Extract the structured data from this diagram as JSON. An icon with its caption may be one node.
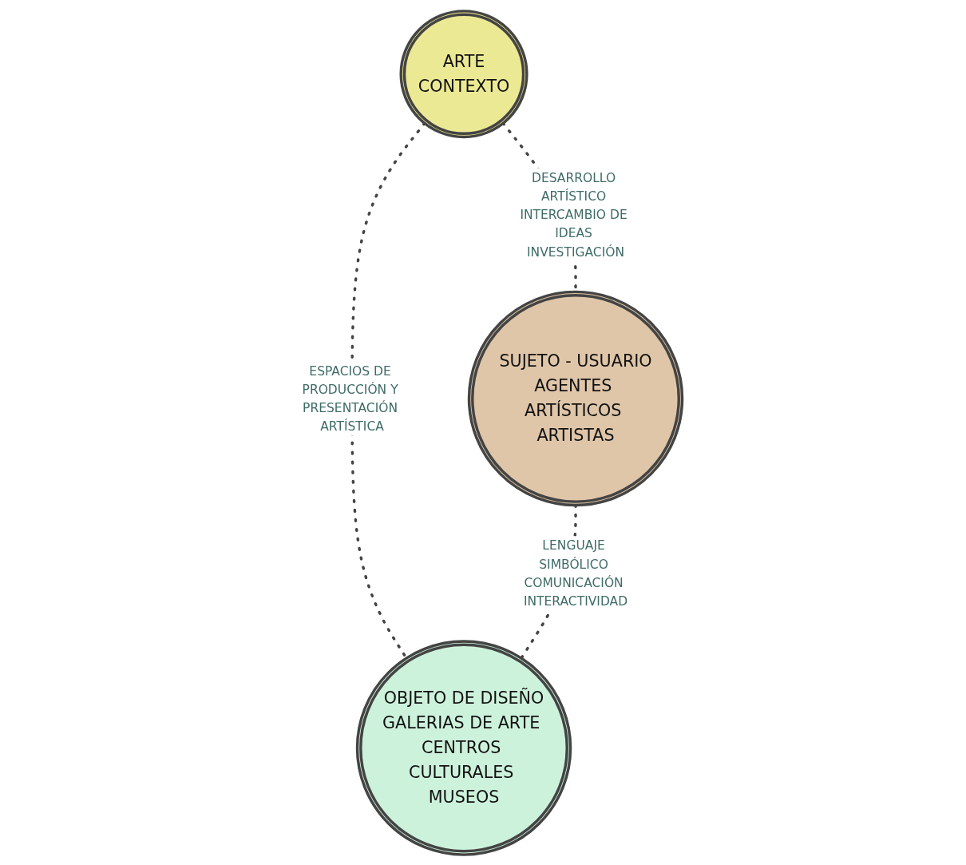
{
  "diagram": {
    "nodes": [
      {
        "text": [
          "ARTE",
          "CONTEXTO"
        ]
      },
      {
        "text": [
          "SUJETO - USUARIO",
          "AGENTES ARTÍSTICOS ARTISTAS"
        ]
      },
      {
        "text": [
          "OBJETO DE DISEÑO",
          "GALERIAS DE ARTE CENTROS CULTURALES MUSEOS"
        ]
      }
    ],
    "edges": [
      {
        "from": 0,
        "to": 1,
        "arrow": "none",
        "style": "dashed",
        "label": "DESARROLLO ARTÍSTICO INTERCAMBIO DE IDEAS INVESTIGACIÓN"
      },
      {
        "from": 0,
        "to": 2,
        "arrow": "none",
        "style": "dashed",
        "label": "ESPACIOS DE PRODUCCIÓN Y PRESENTACIÓN ARTÍSTICA"
      },
      {
        "from": 1,
        "to": 2,
        "arrow": "none",
        "style": "dashed",
        "label": "LENGUAJE SIMBÓLICO COMUNICACIÓN INTERACTIVIDAD"
      }
    ]
  }
}
